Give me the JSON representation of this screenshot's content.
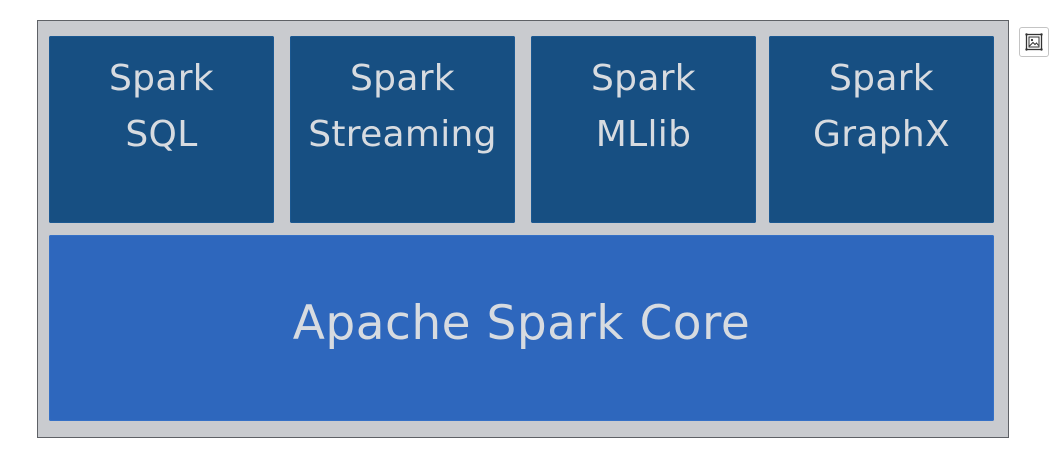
{
  "modules": [
    {
      "line1": "Spark",
      "line2": "SQL"
    },
    {
      "line1": "Spark",
      "line2": "Streaming"
    },
    {
      "line1": "Spark",
      "line2": "MLlib"
    },
    {
      "line1": "Spark",
      "line2": "GraphX"
    }
  ],
  "core": {
    "label": "Apache Spark Core"
  },
  "colors": {
    "frame_background": "#c9cbcf",
    "module_background": "#174f82",
    "core_background": "#2e67bd",
    "label_text": "#d7dbe0"
  },
  "toolbar": {
    "expand_icon": "image-expand-icon"
  }
}
